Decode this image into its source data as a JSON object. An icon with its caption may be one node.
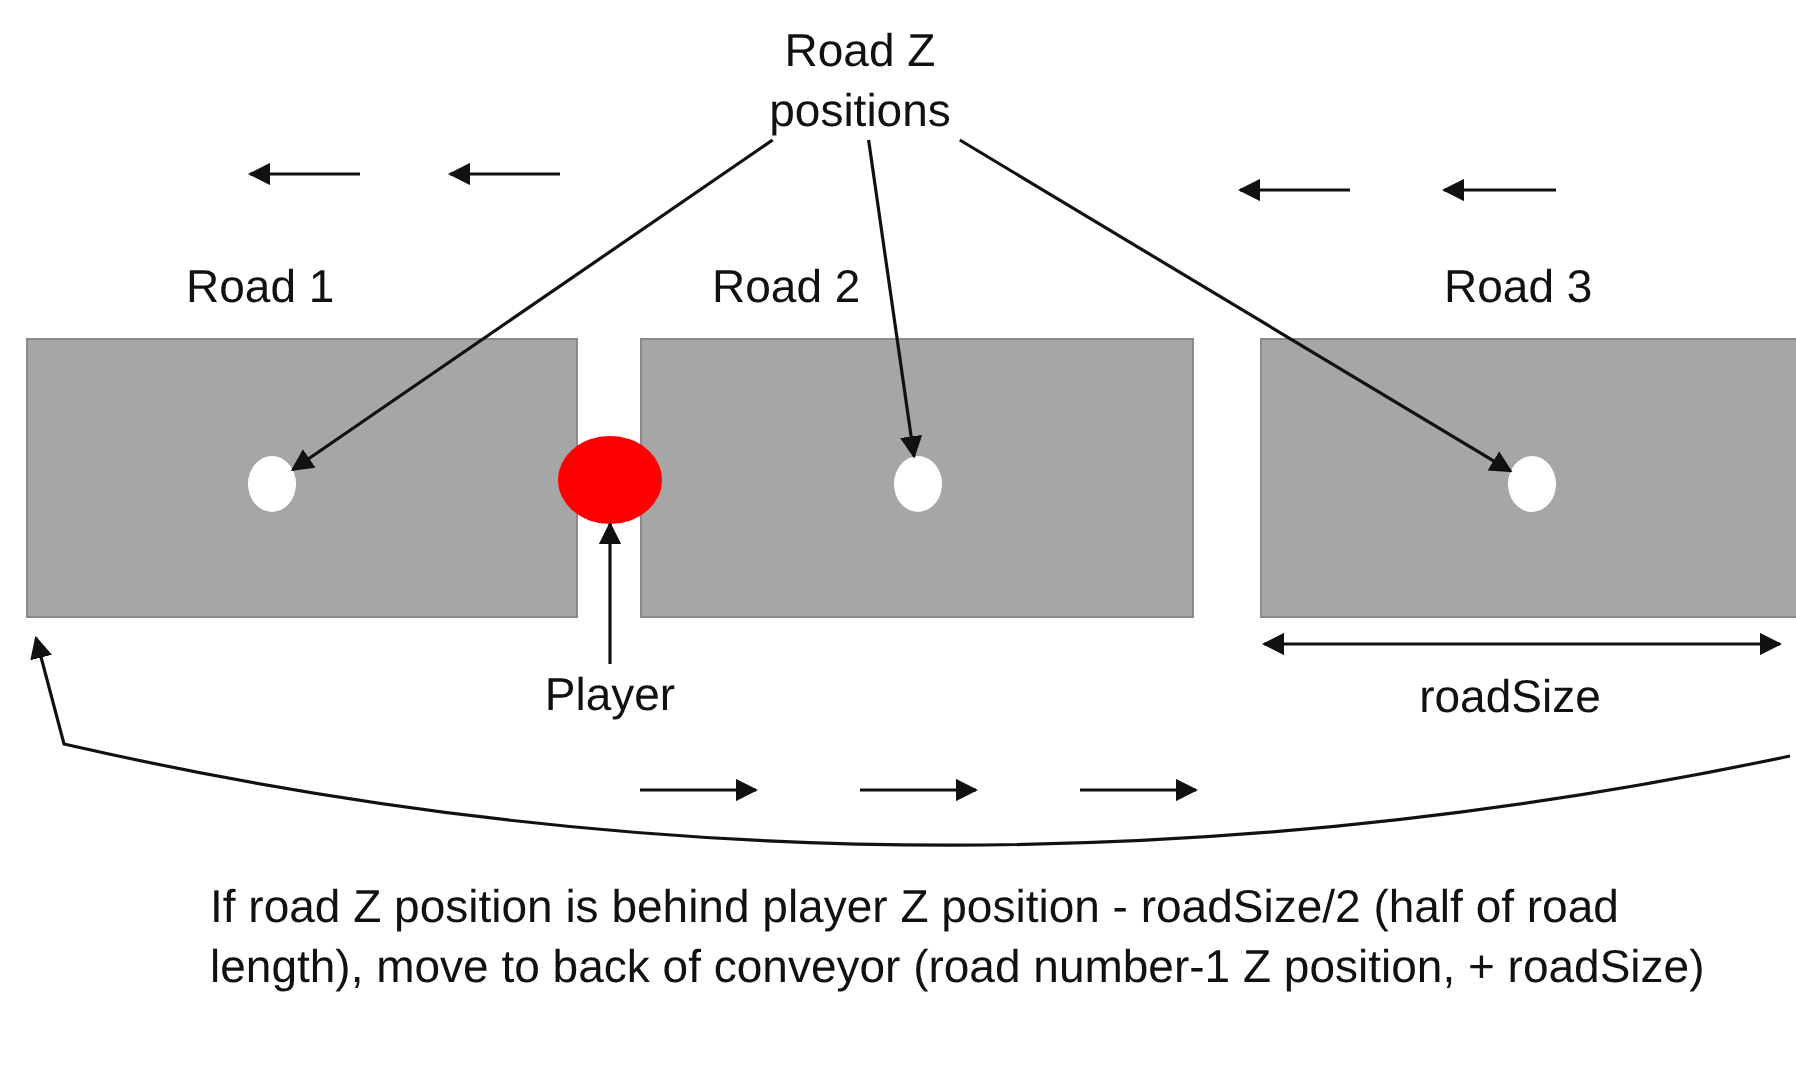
{
  "diagram": {
    "nodes": [
      {
        "text": [
          "Road Z positions"
        ]
      },
      {
        "text": [
          "Road 1"
        ]
      },
      {
        "text": [],
        "shape": "circle",
        "in": 1
      },
      {
        "text": [
          "Road 2"
        ]
      },
      {
        "text": [],
        "shape": "circle",
        "in": 3
      },
      {
        "text": [
          "Road 3"
        ]
      },
      {
        "text": [],
        "shape": "circle",
        "in": 5
      },
      {
        "text": [],
        "shape": "circle"
      },
      {
        "text": [
          "Player"
        ]
      }
    ],
    "edges": [
      {
        "from": 0,
        "to": 2,
        "arrow": "to"
      },
      {
        "from": 0,
        "to": 4,
        "arrow": "to"
      },
      {
        "from": 0,
        "to": 6,
        "arrow": "to"
      },
      {
        "from": 8,
        "to": 7,
        "arrow": "to"
      },
      {
        "from": null,
        "to": 1,
        "arrow": "to"
      }
    ],
    "labels": [
      "roadSize",
      "If road Z position is behind player Z position  - roadSize/2 (half of road length), move to back of conveyor (road number-1 Z position, + roadSize)"
    ]
  }
}
